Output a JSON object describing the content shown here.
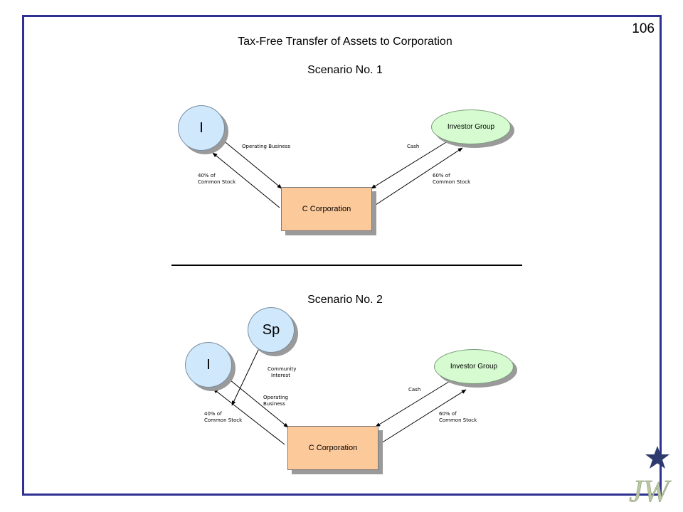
{
  "page_number": "106",
  "title": "Tax-Free Transfer of Assets to Corporation",
  "scenario1": {
    "heading": "Scenario No. 1",
    "individual": "I",
    "investor_group": "Investor Group",
    "corporation": "C Corporation",
    "lbl_operating_business": "Operating Business",
    "lbl_cash": "Cash",
    "lbl_40_line1": "40% of",
    "lbl_40_line2": "Common Stock",
    "lbl_60_line1": "60% of",
    "lbl_60_line2": "Common Stock"
  },
  "scenario2": {
    "heading": "Scenario No. 2",
    "individual": "I",
    "spouse": "Sp",
    "investor_group": "Investor Group",
    "corporation": "C Corporation",
    "lbl_community_line1": "Community",
    "lbl_community_line2": "Interest",
    "lbl_operating_line1": "Operating",
    "lbl_operating_line2": "Business",
    "lbl_cash": "Cash",
    "lbl_40_line1": "40% of",
    "lbl_40_line2": "Common Stock",
    "lbl_60_line1": "60% of",
    "lbl_60_line2": "Common Stock"
  },
  "colors": {
    "frame": "#2e3192",
    "individual_fill": "#cfe8fb",
    "investor_fill": "#d6fbd0",
    "corporation_fill": "#fcc99b",
    "logo_star": "#2e3a6e",
    "logo_letters": "#b9c7a3"
  }
}
